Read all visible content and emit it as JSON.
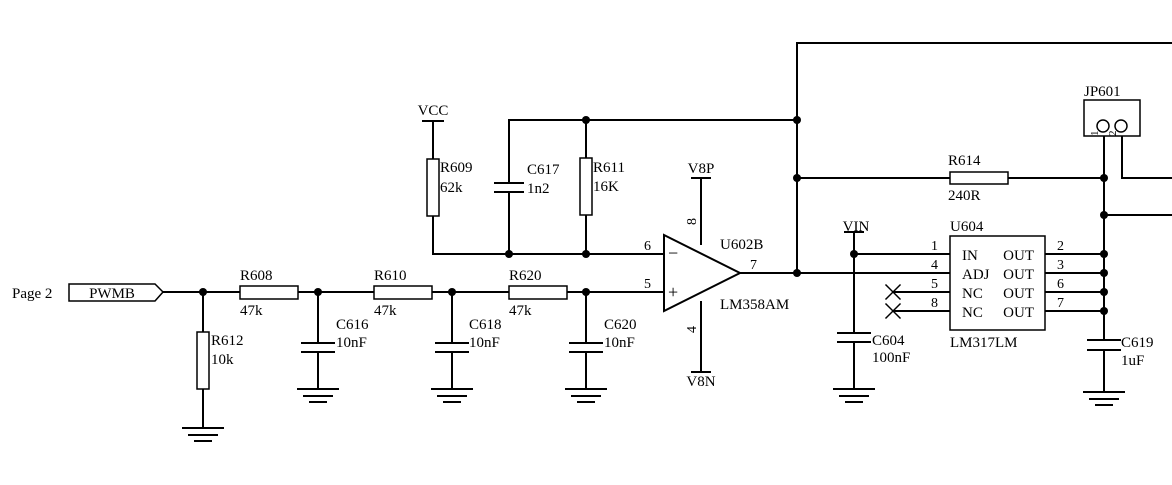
{
  "offpage": {
    "page_ref": "Page 2",
    "net": "PWMB"
  },
  "power": {
    "vcc": "VCC",
    "v8p": "V8P",
    "v8n": "V8N",
    "vin": "VIN"
  },
  "components": {
    "R608": {
      "ref": "R608",
      "value": "47k"
    },
    "R610": {
      "ref": "R610",
      "value": "47k"
    },
    "R620": {
      "ref": "R620",
      "value": "47k"
    },
    "R612": {
      "ref": "R612",
      "value": "10k"
    },
    "R609": {
      "ref": "R609",
      "value": "62k"
    },
    "R611": {
      "ref": "R611",
      "value": "16K"
    },
    "R614": {
      "ref": "R614",
      "value": "240R"
    },
    "C616": {
      "ref": "C616",
      "value": "10nF"
    },
    "C618": {
      "ref": "C618",
      "value": "10nF"
    },
    "C620": {
      "ref": "C620",
      "value": "10nF"
    },
    "C617": {
      "ref": "C617",
      "value": "1n2"
    },
    "C604": {
      "ref": "C604",
      "value": "100nF"
    },
    "C619": {
      "ref": "C619",
      "value": "1uF"
    }
  },
  "opamp": {
    "ref": "U602B",
    "part": "LM358AM",
    "pins": {
      "inv": "6",
      "noninv": "5",
      "out": "7",
      "vpos": "8",
      "vneg": "4"
    },
    "minus_sign": "−",
    "plus_sign": "+"
  },
  "regulator": {
    "ref": "U604",
    "part": "LM317LM",
    "left_pins": [
      {
        "num": "1",
        "name": "IN"
      },
      {
        "num": "4",
        "name": "ADJ"
      },
      {
        "num": "5",
        "name": "NC"
      },
      {
        "num": "8",
        "name": "NC"
      }
    ],
    "right_pins": [
      {
        "num": "2",
        "name": "OUT"
      },
      {
        "num": "3",
        "name": "OUT"
      },
      {
        "num": "6",
        "name": "OUT"
      },
      {
        "num": "7",
        "name": "OUT"
      }
    ]
  },
  "jumper": {
    "ref": "JP601",
    "pin1": "1",
    "pin2": "2"
  }
}
